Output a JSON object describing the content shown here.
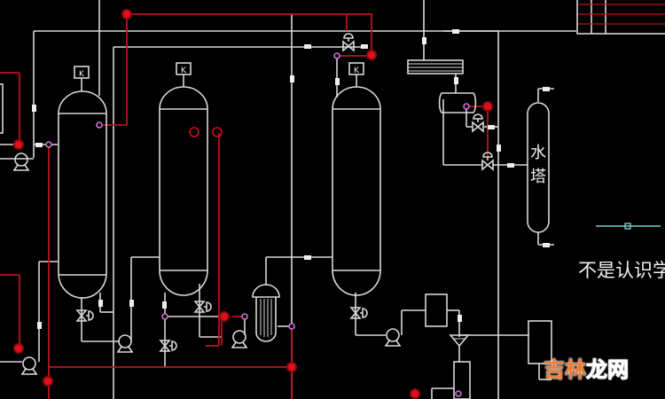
{
  "diagram": {
    "title": "Process flow diagram (P&ID)",
    "background_color": "#000000",
    "line_color": "#d8d8d8",
    "signal_line_color": "#b8141e",
    "instrument_color": "#e0101a",
    "tap_point_color": "#d070d8",
    "equipment": [
      {
        "id": "column-1",
        "type": "vertical-vessel",
        "label": ""
      },
      {
        "id": "column-2",
        "type": "vertical-vessel",
        "label": ""
      },
      {
        "id": "column-3",
        "type": "vertical-vessel",
        "label": ""
      },
      {
        "id": "water-tower",
        "type": "vertical-vessel",
        "label": "水塔"
      },
      {
        "id": "condenser",
        "type": "shell-tube-exchanger",
        "label": ""
      },
      {
        "id": "air-cooler",
        "type": "air-cooler",
        "label": ""
      },
      {
        "id": "reflux-drum",
        "type": "horizontal-drum",
        "label": ""
      }
    ],
    "vessel_tags": [
      "K",
      "K",
      "K"
    ],
    "annotation": "不是认识学",
    "watermark": {
      "part1": "吉林",
      "part2": "龙网"
    }
  }
}
